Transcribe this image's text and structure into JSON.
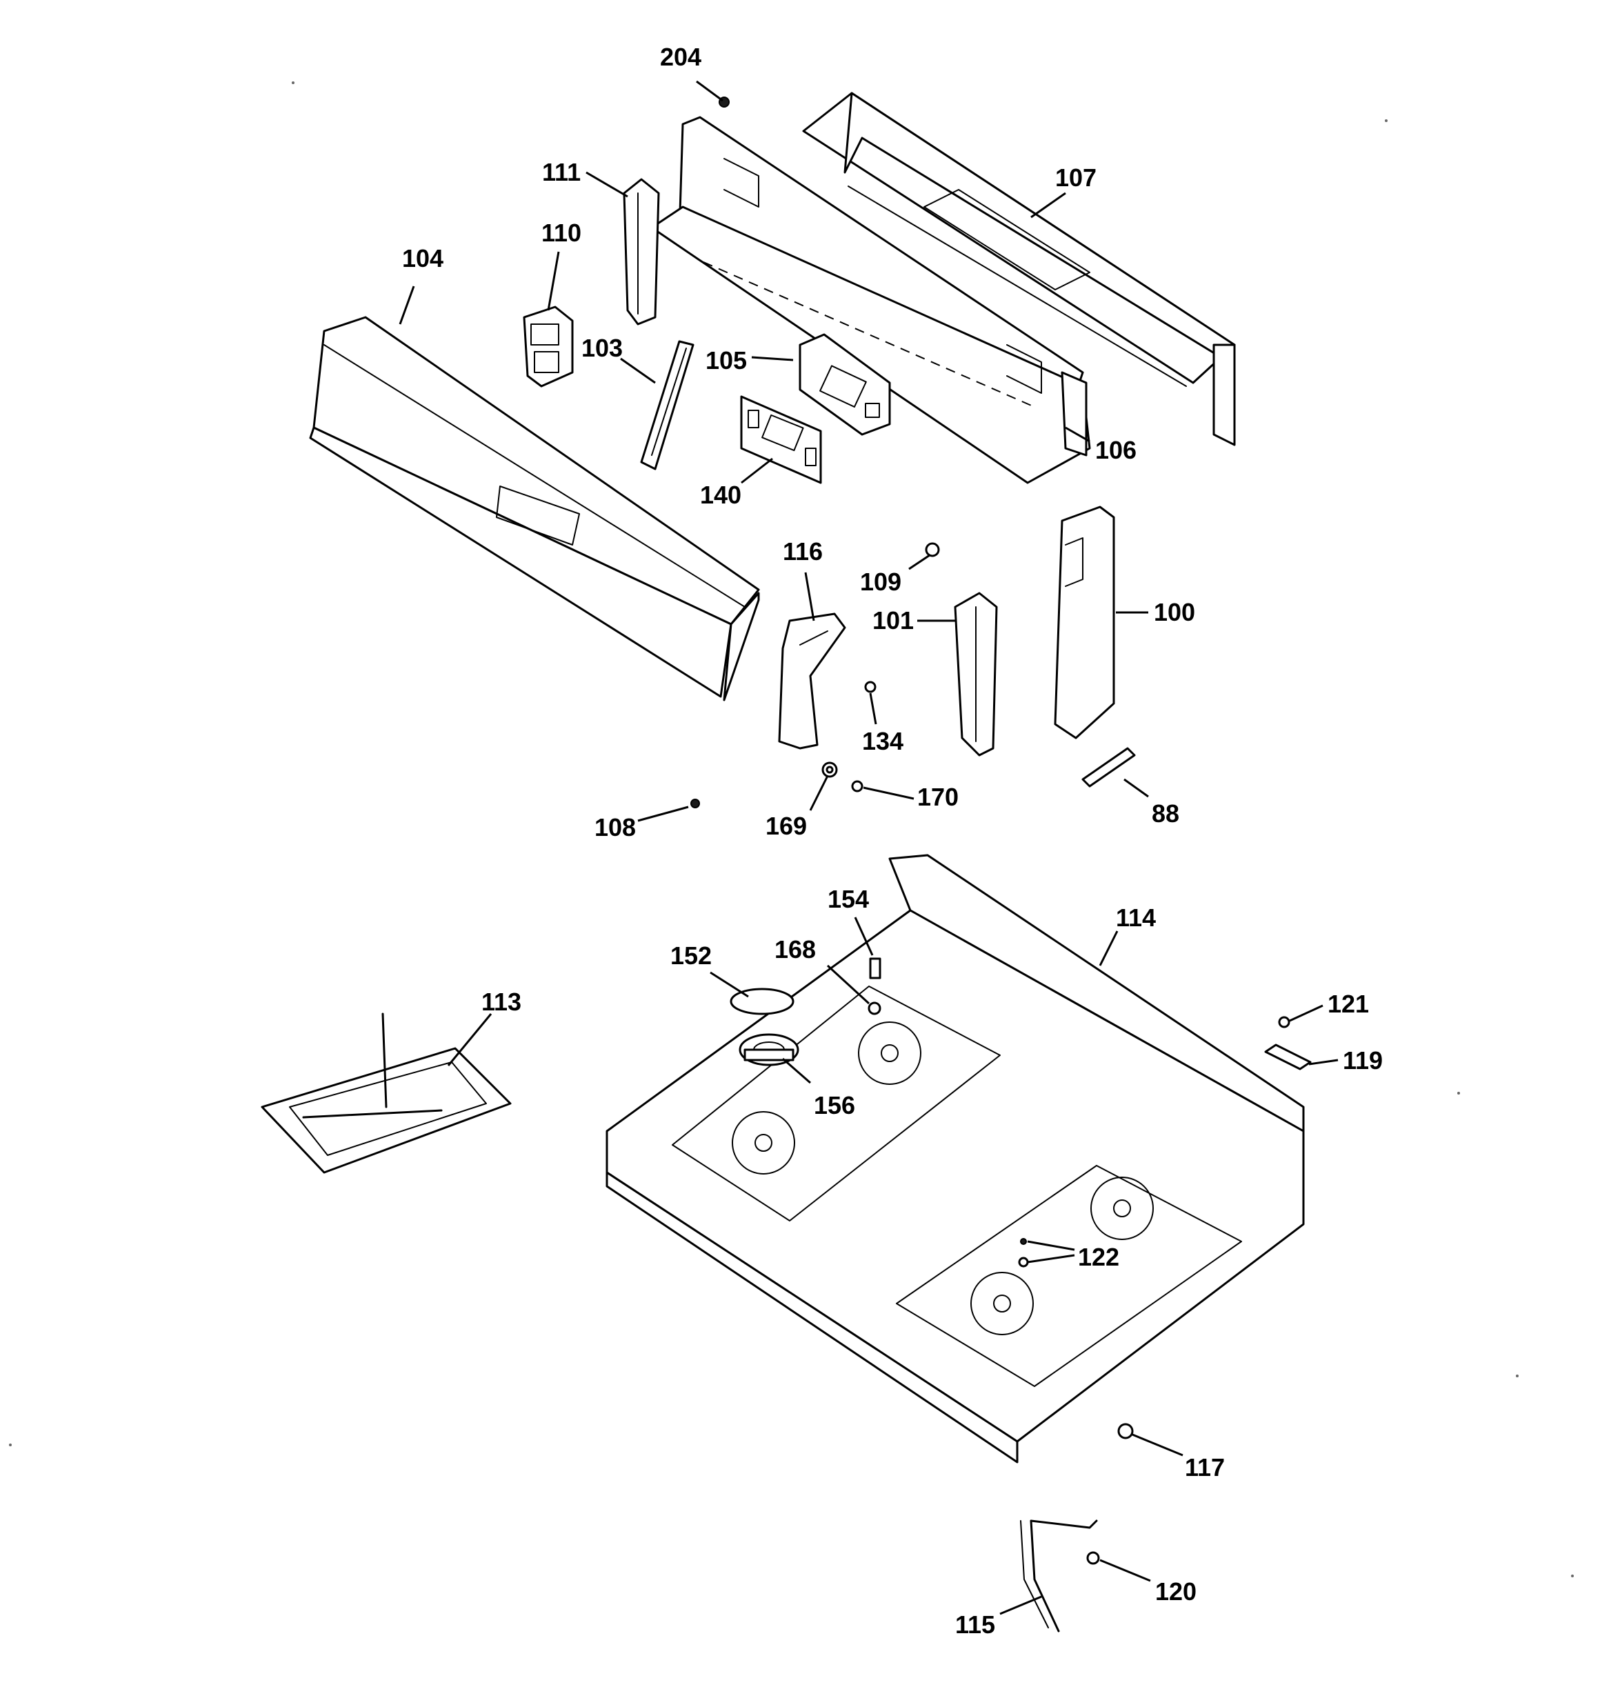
{
  "callouts": [
    {
      "id": "c204",
      "label": "204"
    },
    {
      "id": "c107",
      "label": "107"
    },
    {
      "id": "c111",
      "label": "111"
    },
    {
      "id": "c110",
      "label": "110"
    },
    {
      "id": "c104",
      "label": "104"
    },
    {
      "id": "c103",
      "label": "103"
    },
    {
      "id": "c105",
      "label": "105"
    },
    {
      "id": "c106",
      "label": "106"
    },
    {
      "id": "c140",
      "label": "140"
    },
    {
      "id": "c116",
      "label": "116"
    },
    {
      "id": "c109",
      "label": "109"
    },
    {
      "id": "c101",
      "label": "101"
    },
    {
      "id": "c100",
      "label": "100"
    },
    {
      "id": "c134",
      "label": "134"
    },
    {
      "id": "c108",
      "label": "108"
    },
    {
      "id": "c169",
      "label": "169"
    },
    {
      "id": "c170",
      "label": "170"
    },
    {
      "id": "c88",
      "label": "88"
    },
    {
      "id": "c154",
      "label": "154"
    },
    {
      "id": "c114",
      "label": "114"
    },
    {
      "id": "c152",
      "label": "152"
    },
    {
      "id": "c168",
      "label": "168"
    },
    {
      "id": "c113",
      "label": "113"
    },
    {
      "id": "c121",
      "label": "121"
    },
    {
      "id": "c119",
      "label": "119"
    },
    {
      "id": "c156",
      "label": "156"
    },
    {
      "id": "c122",
      "label": "122"
    },
    {
      "id": "c117",
      "label": "117"
    },
    {
      "id": "c120",
      "label": "120"
    },
    {
      "id": "c115",
      "label": "115"
    }
  ]
}
